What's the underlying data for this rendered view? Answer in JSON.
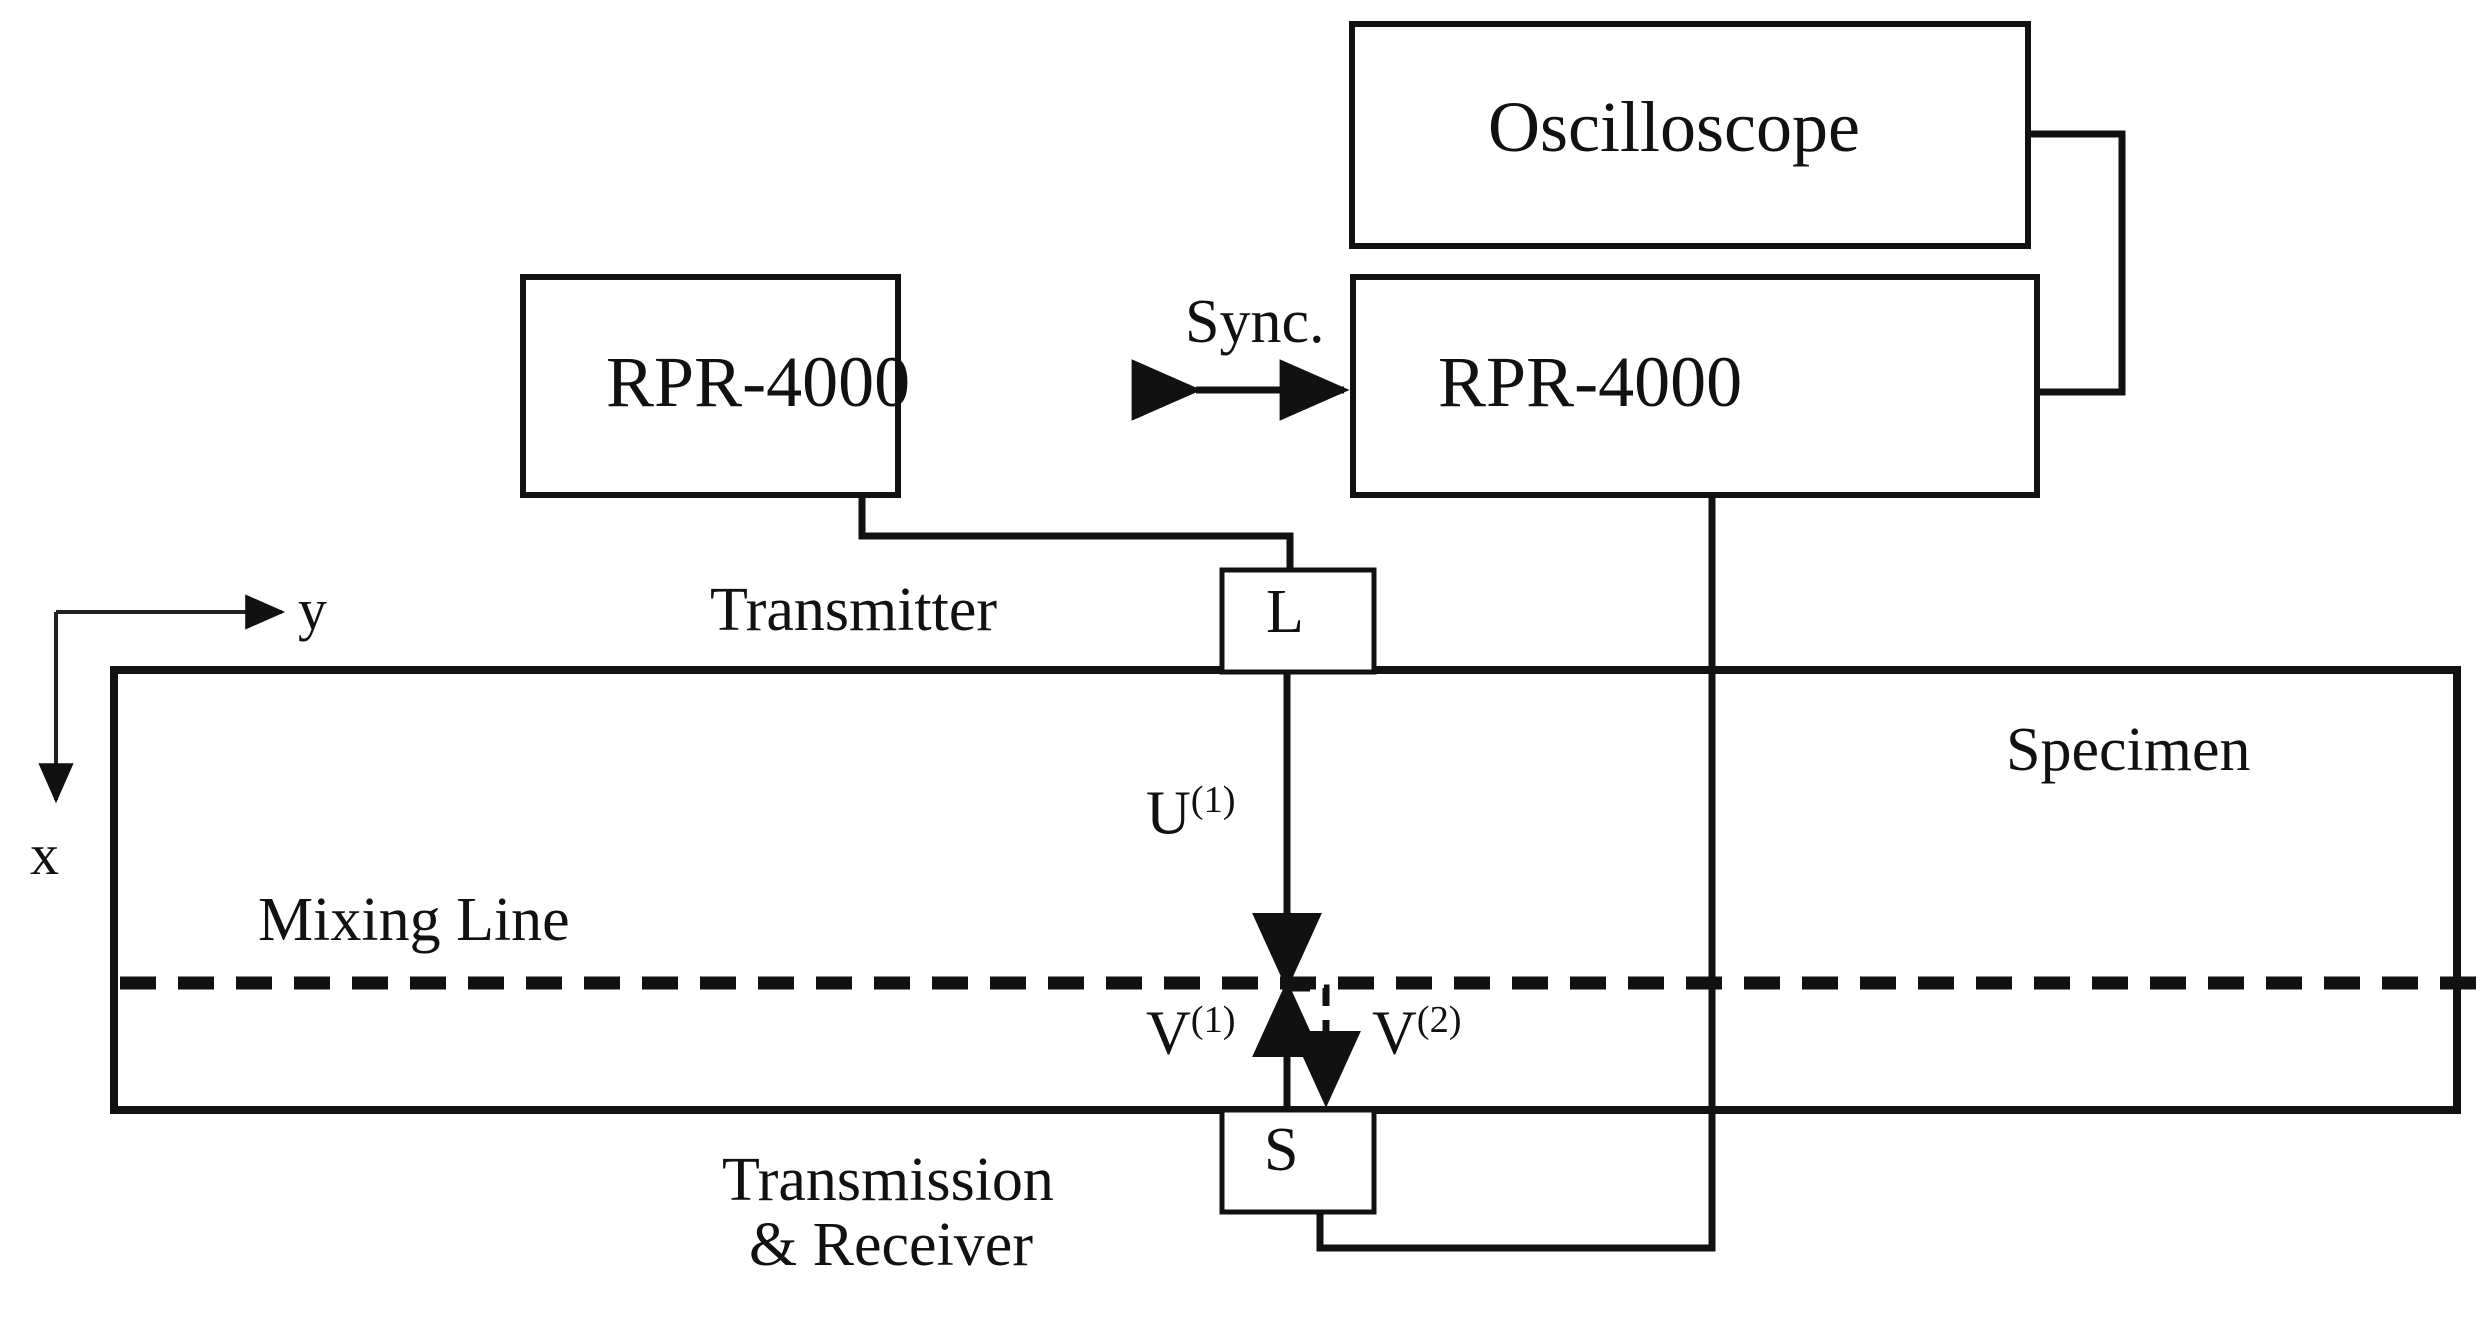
{
  "figure": {
    "title": "Ultrasonic nonlinear mixing measurement setup",
    "type": "schematic-block-diagram"
  },
  "instruments": {
    "oscilloscope": {
      "label": "Oscilloscope"
    },
    "rpr_left": {
      "label": "RPR-4000"
    },
    "rpr_right": {
      "label": "RPR-4000"
    }
  },
  "connections": {
    "sync_label": "Sync."
  },
  "transducers": {
    "longitudinal": {
      "label": "L",
      "role_label": "Transmitter"
    },
    "shear": {
      "label": "S",
      "role_line1": "Transmission",
      "role_line2": "& Receiver"
    }
  },
  "specimen": {
    "label": "Specimen",
    "mixing_line_label": "Mixing Line"
  },
  "waves": {
    "u1": {
      "label": "U",
      "superscript": "(1)"
    },
    "v1": {
      "label": "V",
      "superscript": "(1)"
    },
    "v2": {
      "label": "V",
      "superscript": "(2)"
    }
  },
  "axes": {
    "x_label": "x",
    "y_label": "y"
  },
  "colors": {
    "stroke": "#111111",
    "background": "#ffffff"
  }
}
